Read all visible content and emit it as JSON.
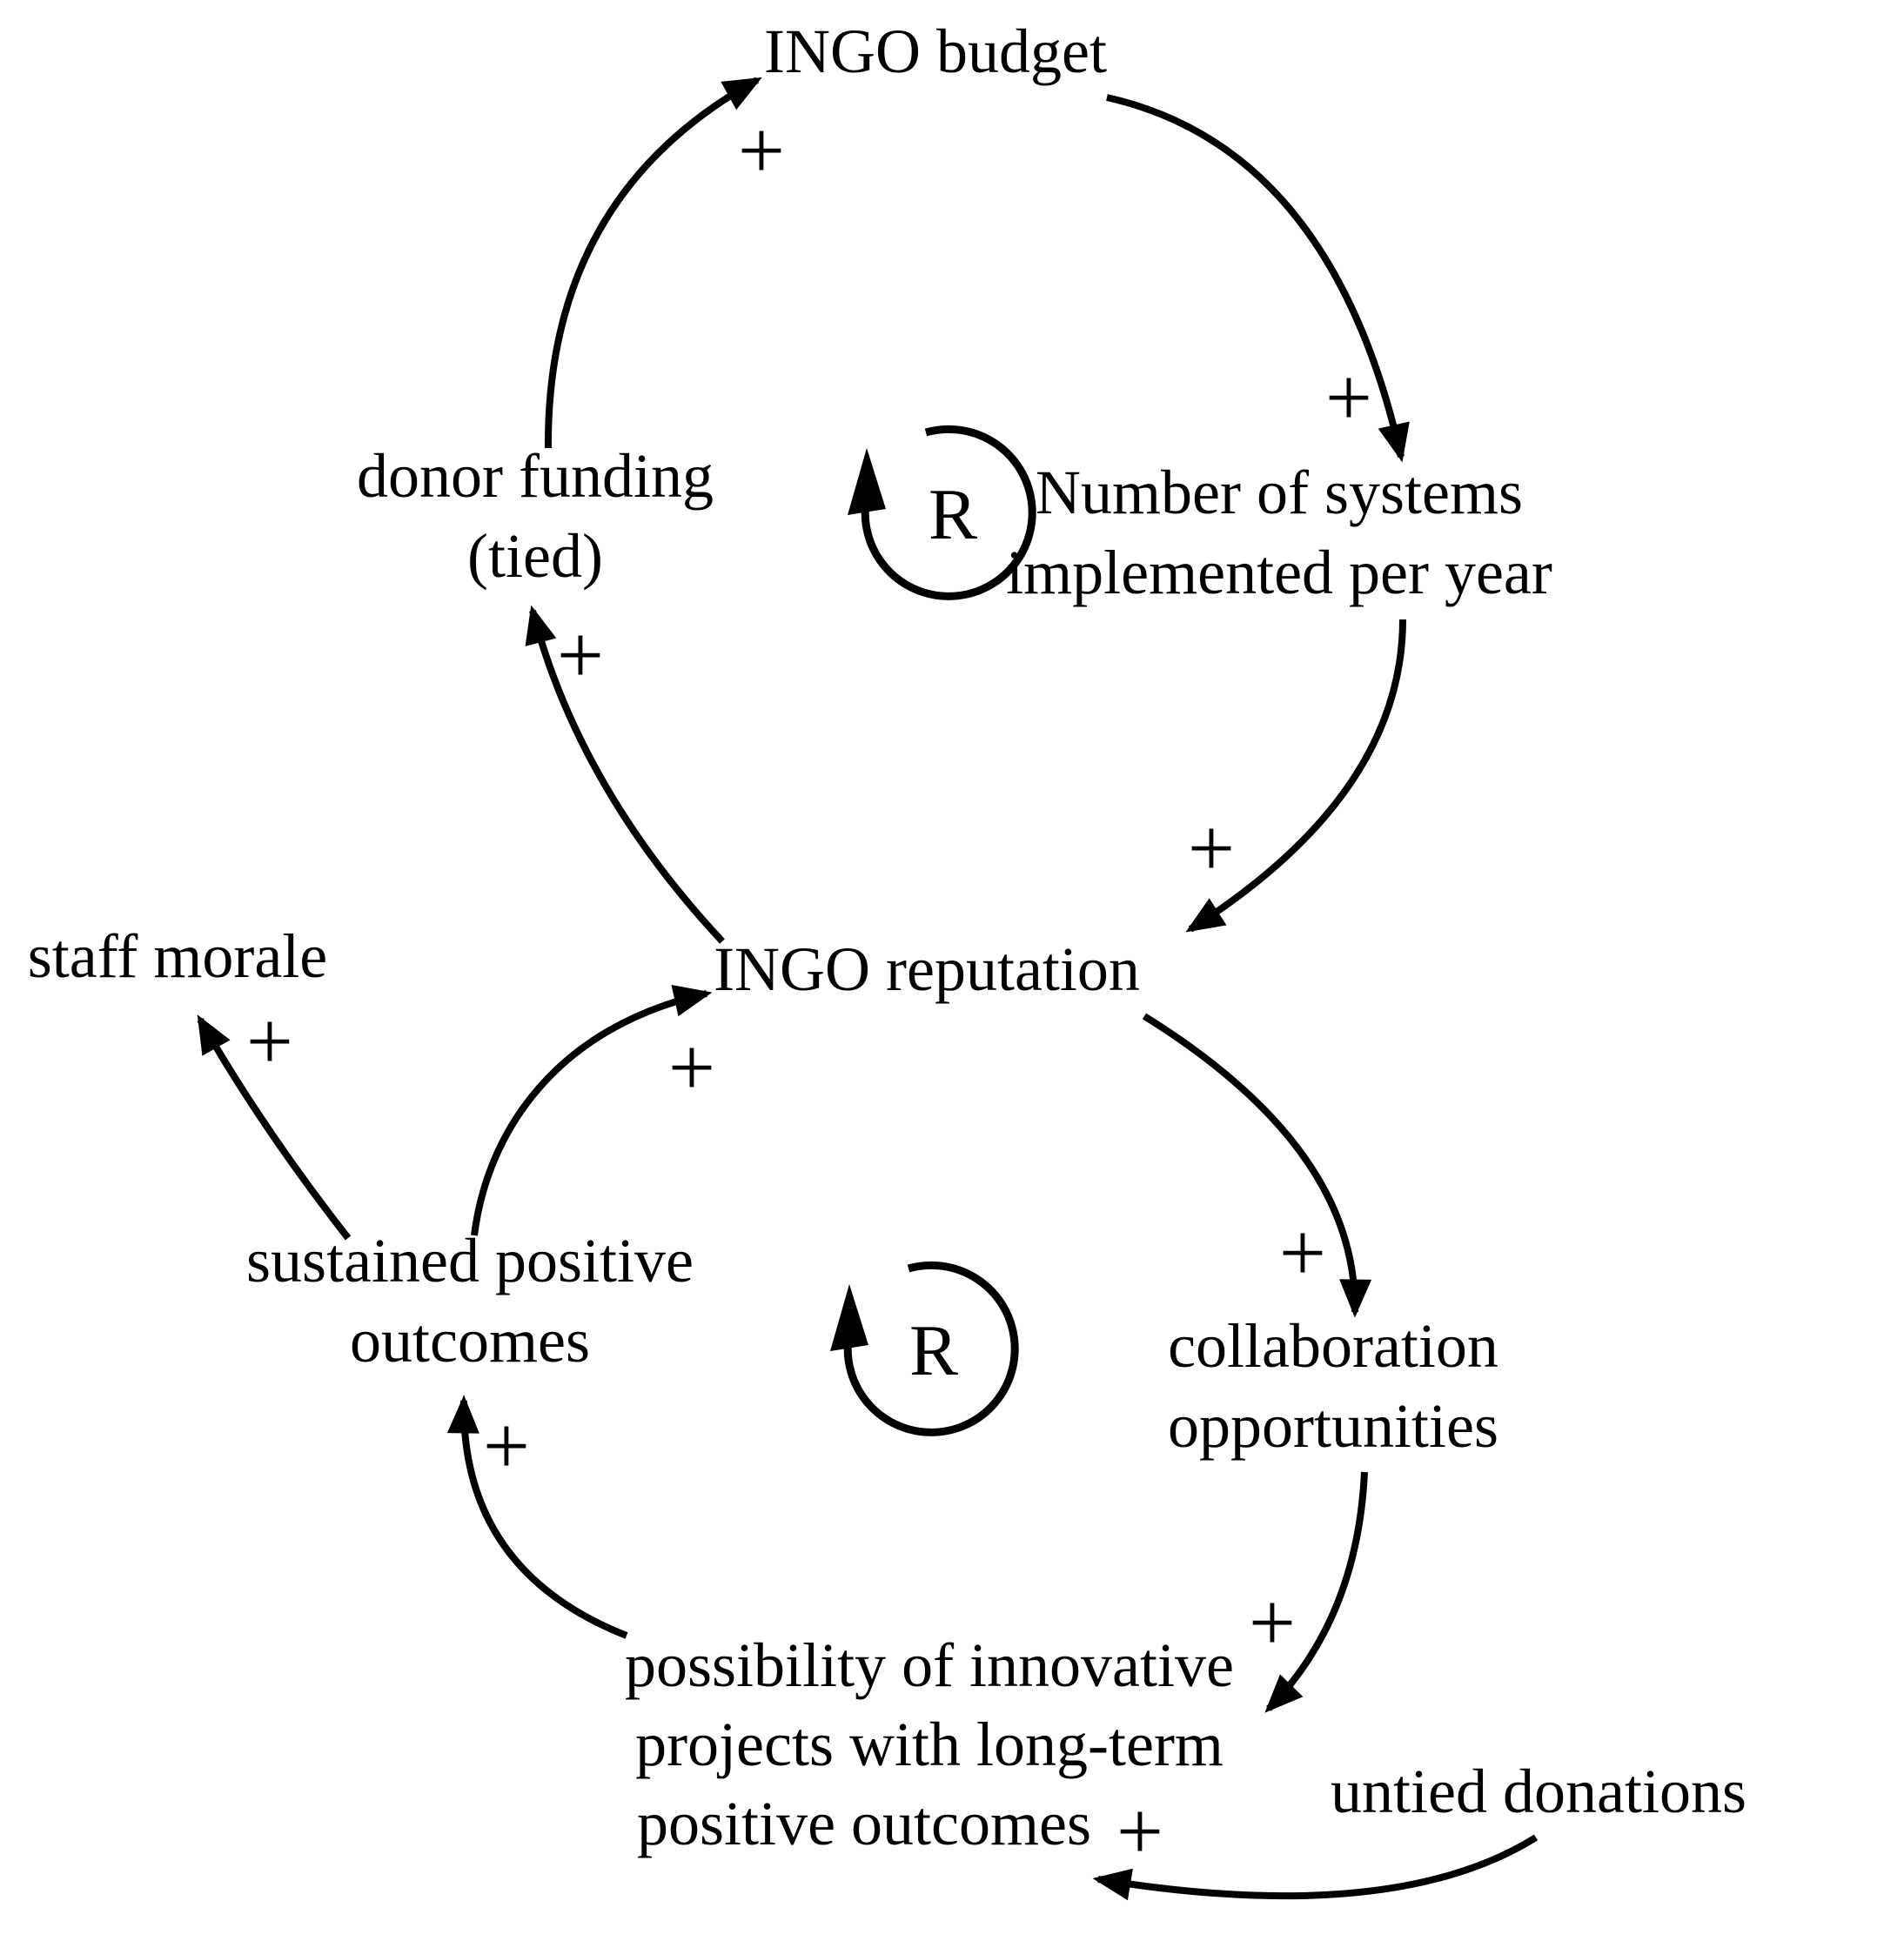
{
  "diagram": {
    "type": "causal-loop-diagram",
    "nodes": {
      "ingo_budget": {
        "label": "INGO budget"
      },
      "donor_funding": {
        "lines": [
          "donor funding",
          "(tied)"
        ]
      },
      "systems_per_year": {
        "lines": [
          "Number of systems",
          "implemented per year"
        ]
      },
      "ingo_reputation": {
        "label": "INGO reputation"
      },
      "staff_morale": {
        "label": "staff morale"
      },
      "sustained_outcomes": {
        "lines": [
          "sustained positive",
          "outcomes"
        ]
      },
      "collaboration": {
        "lines": [
          "collaboration",
          "opportunities"
        ]
      },
      "possibility": {
        "lines": [
          "possibility of innovative",
          "projects with long-term",
          "positive outcomes"
        ]
      },
      "untied_donations": {
        "label": "untied donations"
      }
    },
    "loops": [
      {
        "label": "R",
        "meaning": "reinforcing loop (top)"
      },
      {
        "label": "R",
        "meaning": "reinforcing loop (bottom)"
      }
    ],
    "links": [
      {
        "from": "donor funding (tied)",
        "to": "INGO budget",
        "polarity": "+"
      },
      {
        "from": "INGO budget",
        "to": "Number of systems implemented per year",
        "polarity": "+"
      },
      {
        "from": "Number of systems implemented per year",
        "to": "INGO reputation",
        "polarity": "+"
      },
      {
        "from": "INGO reputation",
        "to": "donor funding (tied)",
        "polarity": "+"
      },
      {
        "from": "INGO reputation",
        "to": "collaboration opportunities",
        "polarity": "+"
      },
      {
        "from": "collaboration opportunities",
        "to": "possibility of innovative projects with long-term positive outcomes",
        "polarity": "+"
      },
      {
        "from": "possibility of innovative projects with long-term positive outcomes",
        "to": "sustained positive outcomes",
        "polarity": "+"
      },
      {
        "from": "sustained positive outcomes",
        "to": "INGO reputation",
        "polarity": "+"
      },
      {
        "from": "sustained positive outcomes",
        "to": "staff morale",
        "polarity": "+"
      },
      {
        "from": "untied donations",
        "to": "possibility of innovative projects with long-term positive outcomes",
        "polarity": "+"
      }
    ],
    "colors": {
      "ink": "#000000",
      "background": "#ffffff"
    }
  }
}
